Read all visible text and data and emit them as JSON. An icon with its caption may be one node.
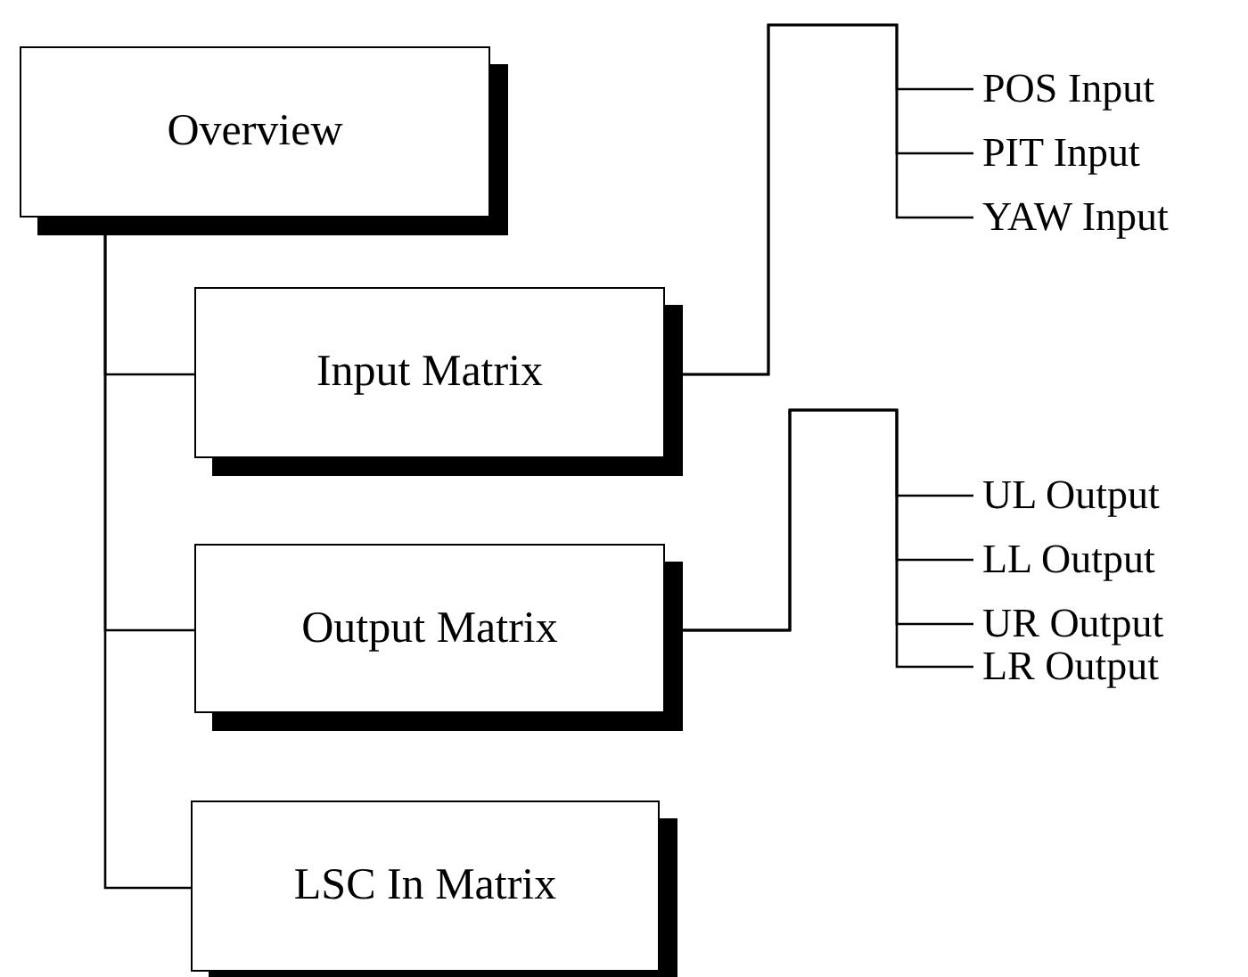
{
  "diagram": {
    "nodes": [
      {
        "text": [
          "Overview"
        ]
      },
      {
        "text": [
          "Input Matrix"
        ]
      },
      {
        "text": [
          "Output Matrix"
        ]
      },
      {
        "text": [
          "LSC In Matrix"
        ]
      },
      {
        "text": [
          "POS Input"
        ]
      },
      {
        "text": [
          "PIT Input"
        ]
      },
      {
        "text": [
          "YAW Input"
        ]
      },
      {
        "text": [
          "UL Output"
        ]
      },
      {
        "text": [
          "LL Output"
        ]
      },
      {
        "text": [
          "UR Output"
        ]
      },
      {
        "text": [
          "LR Output"
        ]
      }
    ],
    "edges": [
      {
        "from": 0,
        "to": 1,
        "arrow": "none"
      },
      {
        "from": 0,
        "to": 2,
        "arrow": "none"
      },
      {
        "from": 0,
        "to": 3,
        "arrow": "none"
      },
      {
        "from": 1,
        "to": 4,
        "arrow": "none"
      },
      {
        "from": 1,
        "to": 5,
        "arrow": "none"
      },
      {
        "from": 1,
        "to": 6,
        "arrow": "none"
      },
      {
        "from": 2,
        "to": 7,
        "arrow": "none"
      },
      {
        "from": 2,
        "to": 8,
        "arrow": "none"
      },
      {
        "from": 2,
        "to": 9,
        "arrow": "none"
      },
      {
        "from": 2,
        "to": 10,
        "arrow": "none"
      }
    ]
  }
}
